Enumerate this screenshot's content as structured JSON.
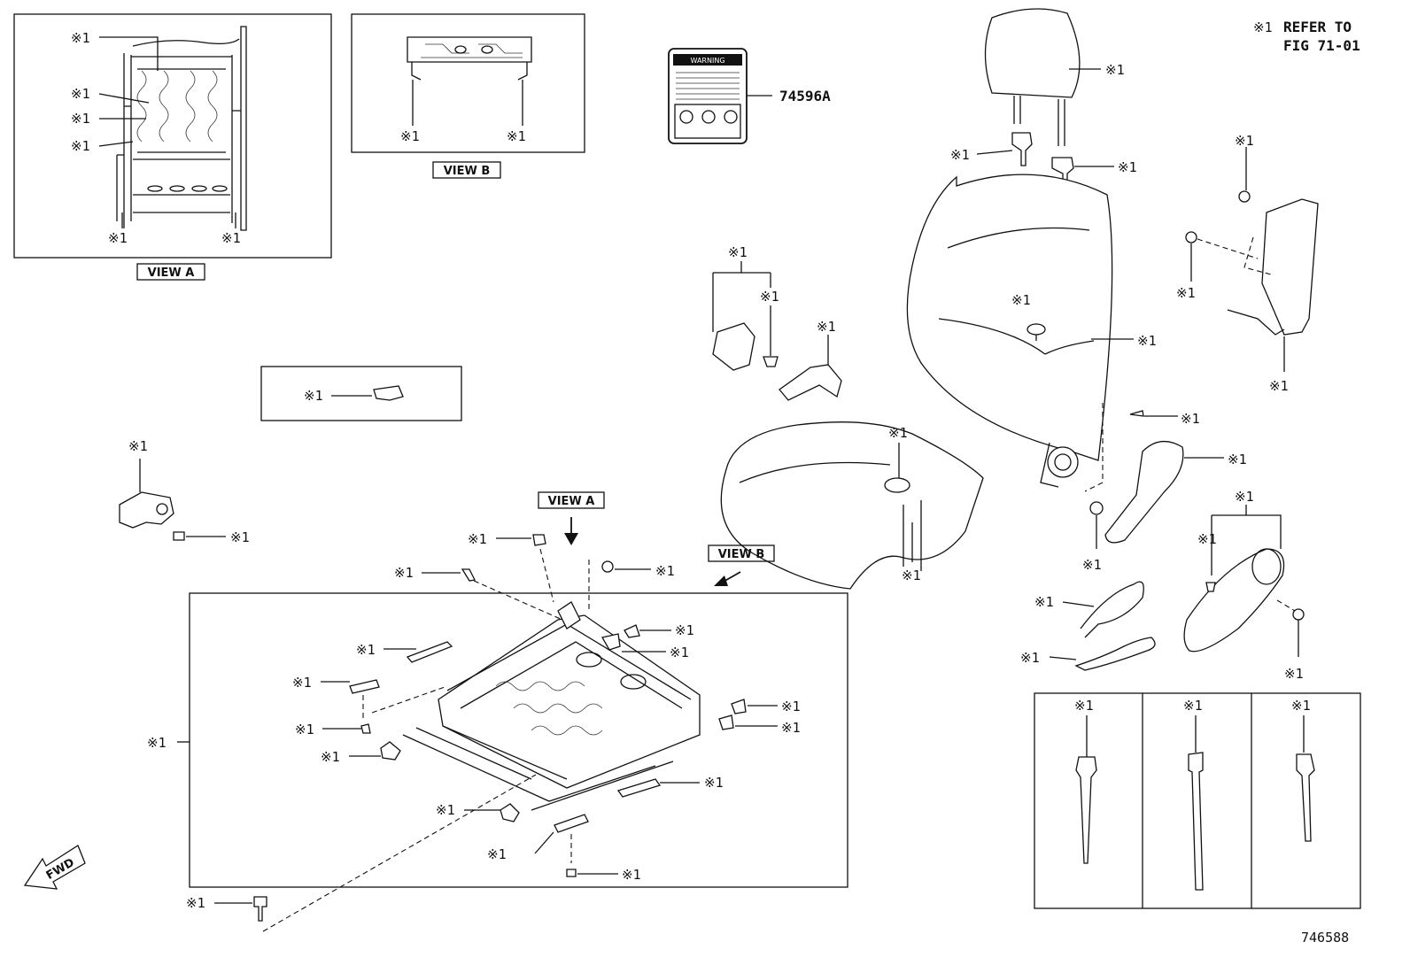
{
  "callout": "※1",
  "refer": {
    "line1": "REFER TO",
    "line2": "FIG 71-01"
  },
  "view_a": "VIEW A",
  "view_b": "VIEW B",
  "part_warning_label": "74596A",
  "warning_text": "WARNING",
  "fwd": "FWD",
  "figure_number": "746588"
}
